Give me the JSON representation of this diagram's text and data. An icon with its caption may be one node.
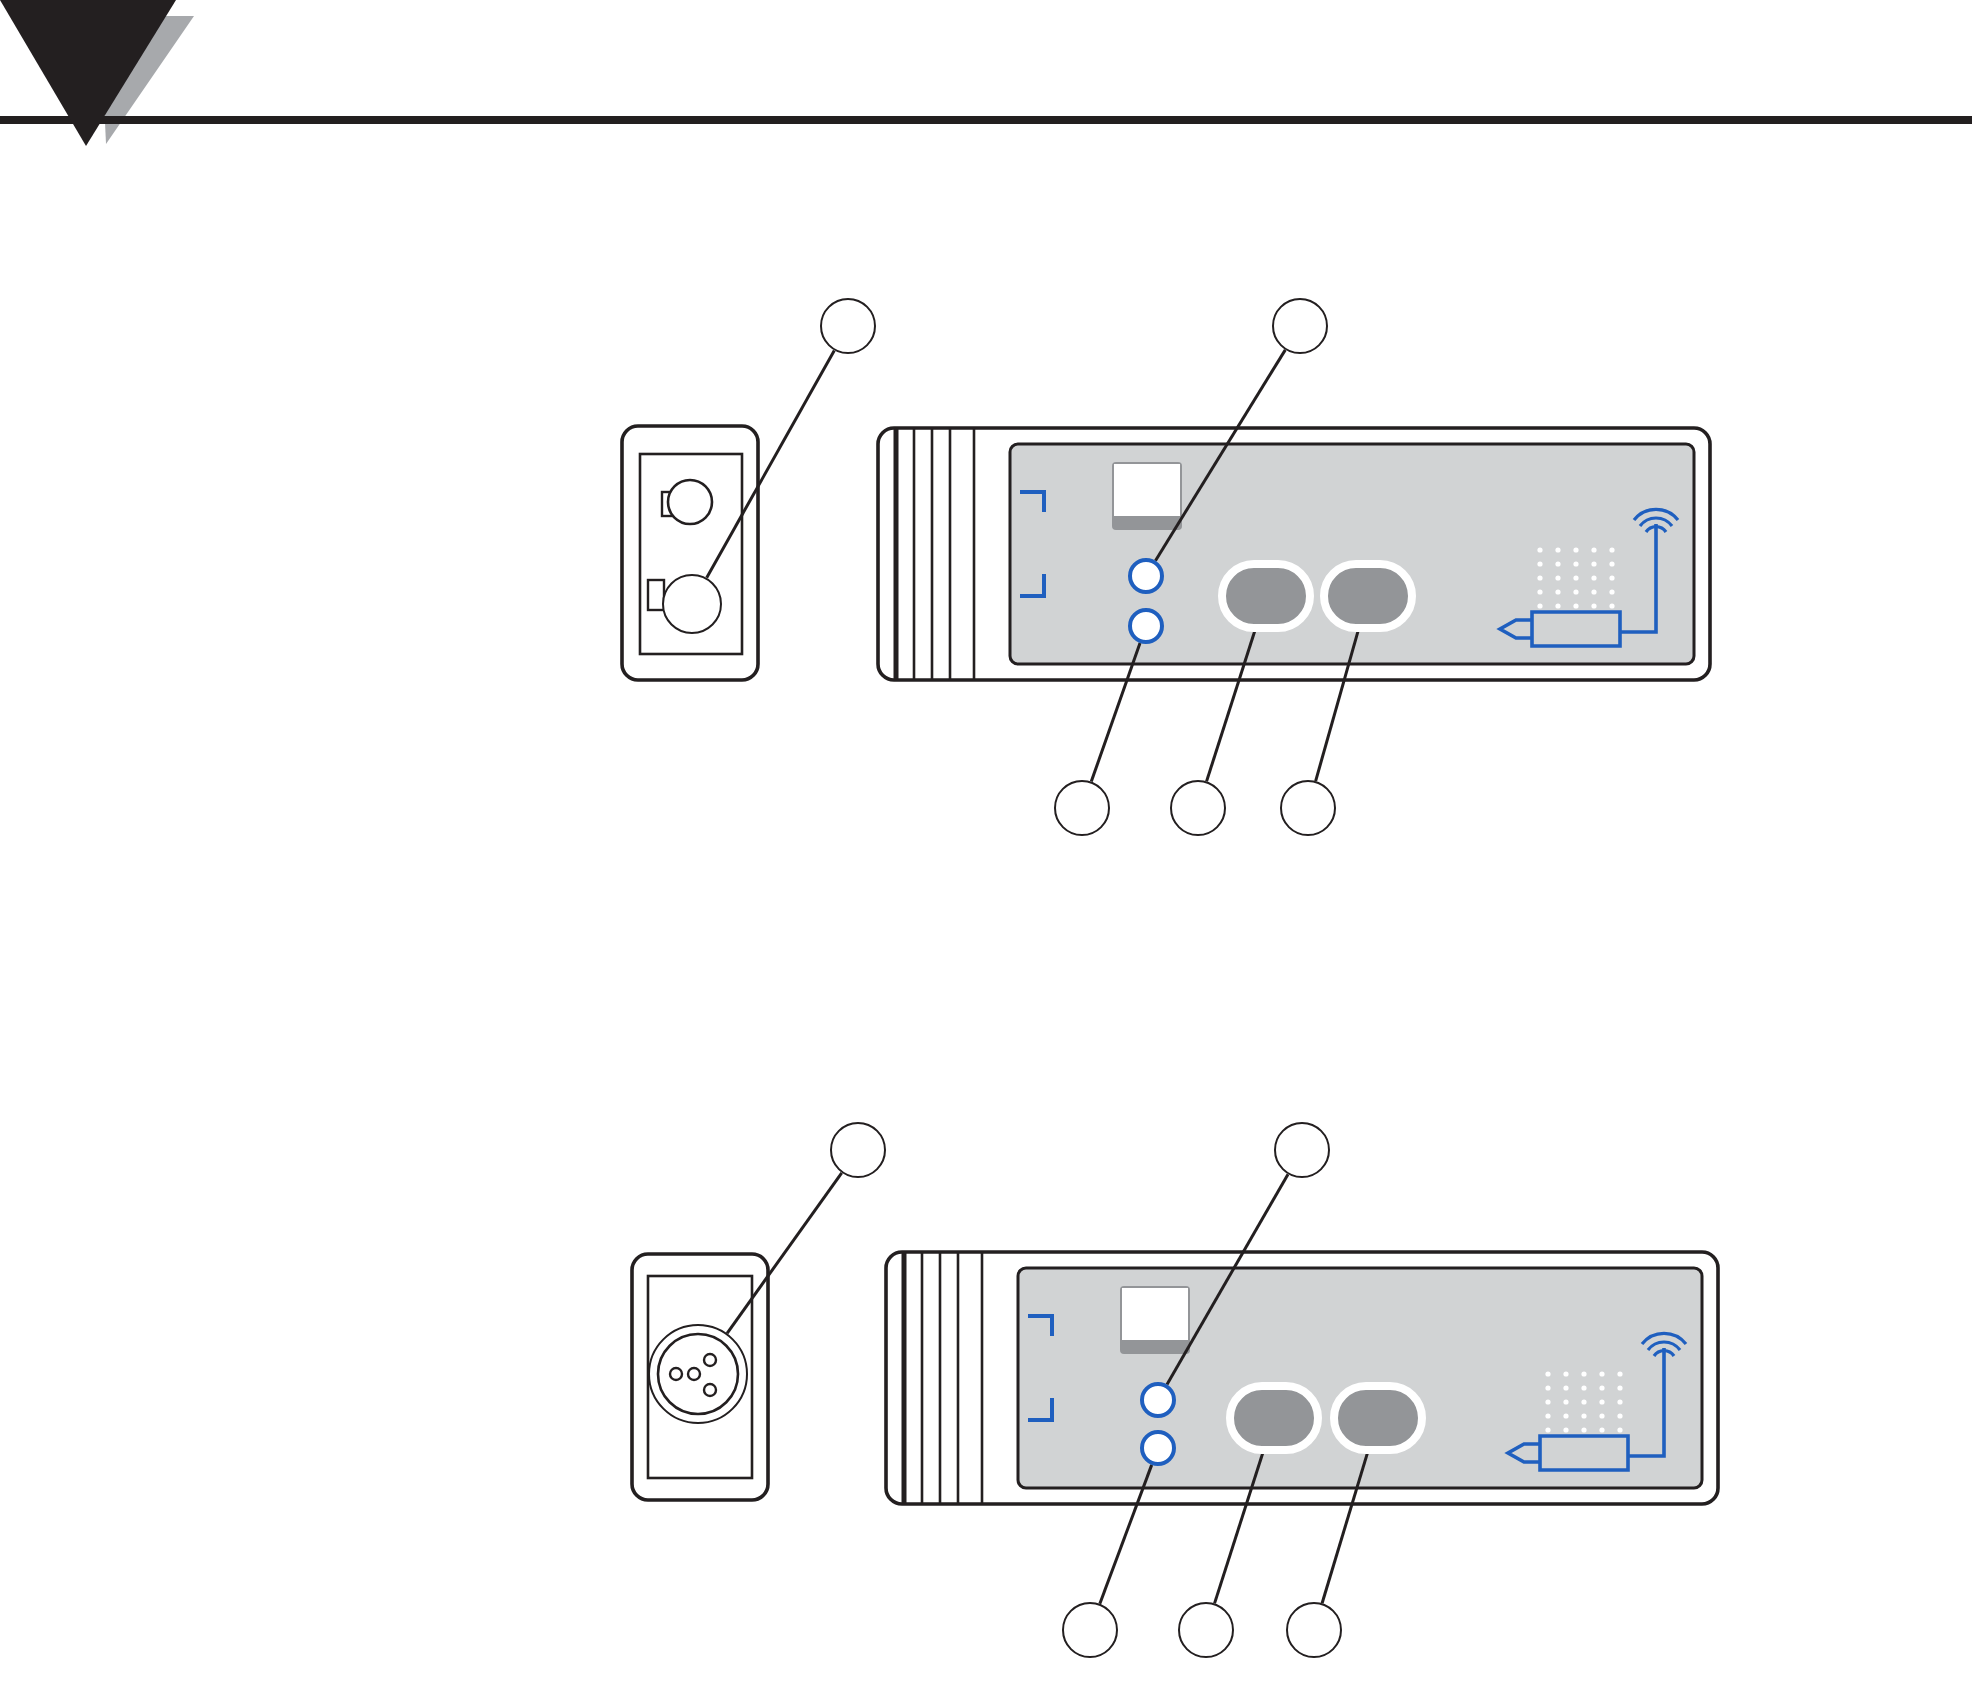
{
  "diagram": {
    "nodes": [
      {
        "text": [],
        "shape": "circle"
      },
      {
        "text": [],
        "shape": "circle"
      },
      {
        "text": [],
        "shape": "circle"
      },
      {
        "text": [],
        "shape": "circle"
      },
      {
        "text": [],
        "shape": "circle"
      },
      {
        "text": [],
        "shape": "button"
      },
      {
        "text": [],
        "shape": "button"
      },
      {
        "text": [],
        "shape": "circle"
      },
      {
        "text": [],
        "shape": "circle"
      },
      {
        "text": [],
        "shape": "circle"
      },
      {
        "text": [],
        "shape": "circle"
      },
      {
        "text": [],
        "shape": "circle"
      },
      {
        "text": [],
        "shape": "circle"
      },
      {
        "text": [],
        "shape": "circle"
      },
      {
        "text": [],
        "shape": "circle"
      },
      {
        "text": [],
        "shape": "button"
      },
      {
        "text": [],
        "shape": "button"
      },
      {
        "text": [],
        "shape": "circle"
      },
      {
        "text": [],
        "shape": "circle"
      },
      {
        "text": [],
        "shape": "circle"
      }
    ],
    "edges": [
      {
        "from": 0,
        "to": 2,
        "arrow": "none"
      },
      {
        "from": 1,
        "to": 3,
        "arrow": "none"
      },
      {
        "from": 7,
        "to": 4,
        "arrow": "none"
      },
      {
        "from": 8,
        "to": 5,
        "arrow": "none"
      },
      {
        "from": 9,
        "to": 6,
        "arrow": "none"
      },
      {
        "from": 10,
        "to": 12,
        "arrow": "none"
      },
      {
        "from": 11,
        "to": 13,
        "arrow": "none"
      },
      {
        "from": 17,
        "to": 14,
        "arrow": "none"
      },
      {
        "from": 18,
        "to": 15,
        "arrow": "none"
      },
      {
        "from": 19,
        "to": 16,
        "arrow": "none"
      }
    ]
  }
}
